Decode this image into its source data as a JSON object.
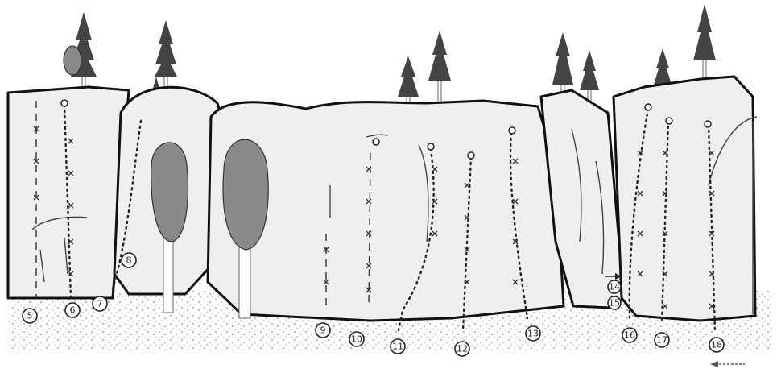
{
  "diagram": {
    "routes": [
      {
        "id": "r5",
        "label": "5"
      },
      {
        "id": "r6",
        "label": "6"
      },
      {
        "id": "r7",
        "label": "7"
      },
      {
        "id": "r8",
        "label": "8"
      },
      {
        "id": "r9",
        "label": "9"
      },
      {
        "id": "r10",
        "label": "10"
      },
      {
        "id": "r11",
        "label": "11"
      },
      {
        "id": "r12",
        "label": "12"
      },
      {
        "id": "r13",
        "label": "13"
      },
      {
        "id": "r14",
        "label": "14"
      },
      {
        "id": "r15",
        "label": "15"
      },
      {
        "id": "r16",
        "label": "16"
      },
      {
        "id": "r17",
        "label": "17"
      },
      {
        "id": "r18",
        "label": "18"
      }
    ],
    "colors": {
      "rock": "#efefef",
      "outline": "#111111",
      "bush": "#8a8a8a",
      "tree": "#444444"
    }
  }
}
